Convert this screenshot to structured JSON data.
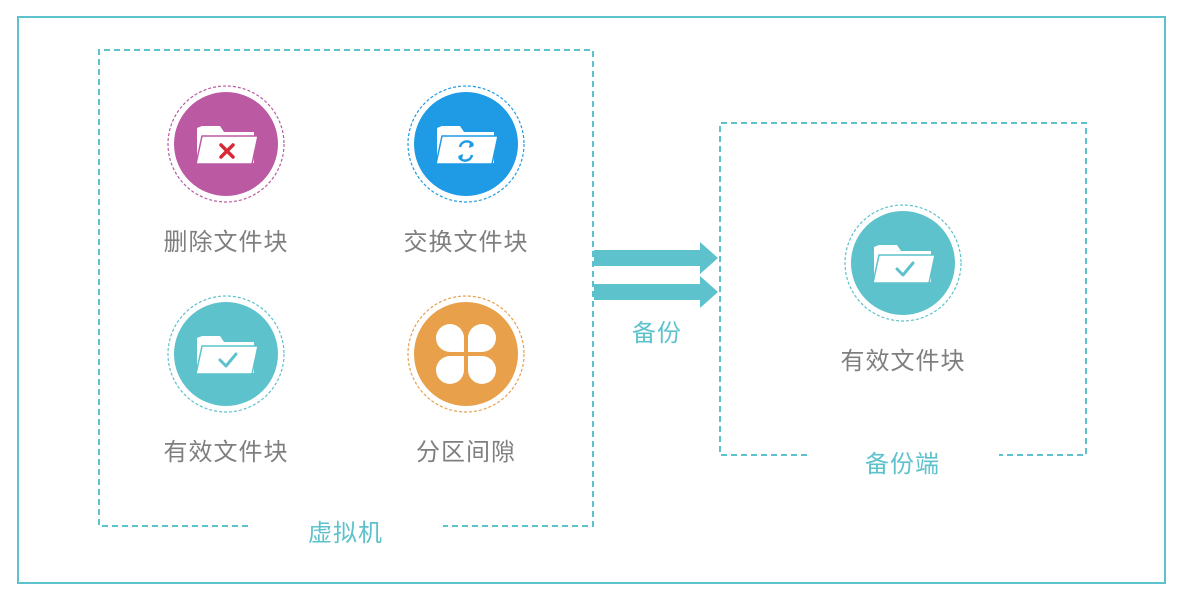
{
  "colors": {
    "frame": "#5dc2cc",
    "purple": "#bb5aa3",
    "blue": "#1f9be5",
    "teal": "#5dc2cc",
    "orange": "#e8a04b",
    "delete_mark": "#d62b36",
    "label_gray": "#7f7f7f"
  },
  "vm": {
    "label": "虚拟机",
    "items": [
      {
        "label": "删除文件块",
        "icon": "folder-delete-icon",
        "color": "#bb5aa3"
      },
      {
        "label": "交换文件块",
        "icon": "folder-swap-icon",
        "color": "#1f9be5"
      },
      {
        "label": "有效文件块",
        "icon": "folder-check-icon",
        "color": "#5dc2cc"
      },
      {
        "label": "分区间隙",
        "icon": "partition-gap-icon",
        "color": "#e8a04b"
      }
    ]
  },
  "arrow": {
    "label": "备份",
    "icon": "double-arrow-right-icon"
  },
  "backup": {
    "label": "备份端",
    "item": {
      "label": "有效文件块",
      "icon": "folder-check-icon",
      "color": "#5dc2cc"
    }
  }
}
